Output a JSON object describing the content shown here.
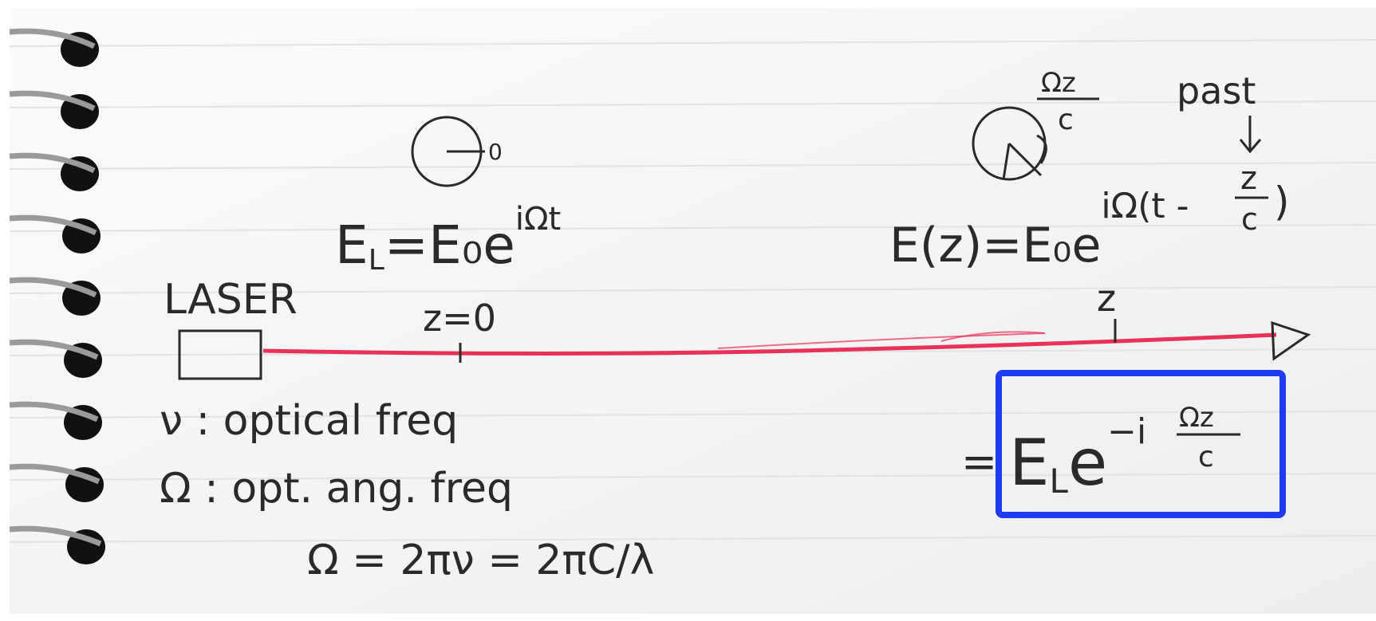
{
  "notes": {
    "laser_label": "LASER",
    "origin_label": "z=0",
    "position_label": "z",
    "past_label": "past",
    "phase_zero": "0",
    "phase_num": "Ωz",
    "phase_den": "c",
    "eq_left": "E",
    "eq_left_sub": "L",
    "eq_left_rest": "=E₀e",
    "eq_left_exp": "iΩt",
    "eq_right": "E(z)=E₀e",
    "eq_right_exp": "iΩ(t -",
    "eq_right_frac_num": "z",
    "eq_right_frac_den": "c",
    "eq_right_close": ")",
    "boxed_prefix": "=",
    "boxed_E": "E",
    "boxed_sub": "L",
    "boxed_e": "e",
    "boxed_exp": "−i",
    "boxed_frac_num": "Ωz",
    "boxed_frac_den": "c",
    "def_nu": "ν : optical freq",
    "def_omega": "Ω : opt. ang. freq",
    "def_relation": "Ω = 2πν = 2πC/λ"
  },
  "colors": {
    "paper": "#f7f7f7",
    "ink": "#2a2a2a",
    "beam": "#e8325a",
    "highlight_box": "#1f3cf0",
    "ring": "#9a9a9a"
  }
}
